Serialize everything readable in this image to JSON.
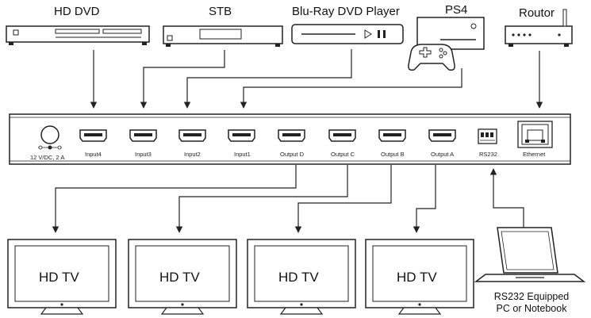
{
  "sources": {
    "hd_dvd": "HD DVD",
    "stb": "STB",
    "bluray": "Blu-Ray DVD Player",
    "ps4": "PS4",
    "router": "Routor"
  },
  "ports": {
    "power": "12 V/DC, 2 A",
    "input4": "Input4",
    "input3": "Input3",
    "input2": "Input2",
    "input1": "Input1",
    "output_d": "Output D",
    "output_c": "Output C",
    "output_b": "Output B",
    "output_a": "Output A",
    "rs232": "RS232",
    "ethernet": "Ethernet"
  },
  "tvs": [
    "HD TV",
    "HD TV",
    "HD TV",
    "HD TV"
  ],
  "pc": {
    "line1": "RS232 Equipped",
    "line2": "PC or Notebook"
  }
}
